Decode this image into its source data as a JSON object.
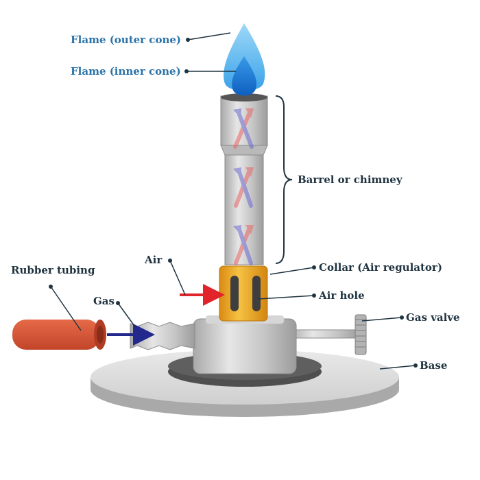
{
  "labels": {
    "flame_outer": "Flame (outer cone)",
    "flame_inner": "Flame (inner cone)",
    "barrel": "Barrel or chimney",
    "air": "Air",
    "collar": "Collar (Air regulator)",
    "air_hole": "Air hole",
    "rubber_tubing": "Rubber tubing",
    "gas": "Gas",
    "gas_valve": "Gas valve",
    "base": "Base"
  },
  "colors": {
    "flame_label": "#2a72a8",
    "part_label": "#1f3340",
    "flame_outer": "#5ab8f0",
    "flame_inner": "#1479d8",
    "collar": "#f0b030",
    "rubber_tubing": "#d9573a",
    "air_arrow": "#e0242a",
    "gas_arrow": "#22288c",
    "metal": "#c8c8c8"
  }
}
